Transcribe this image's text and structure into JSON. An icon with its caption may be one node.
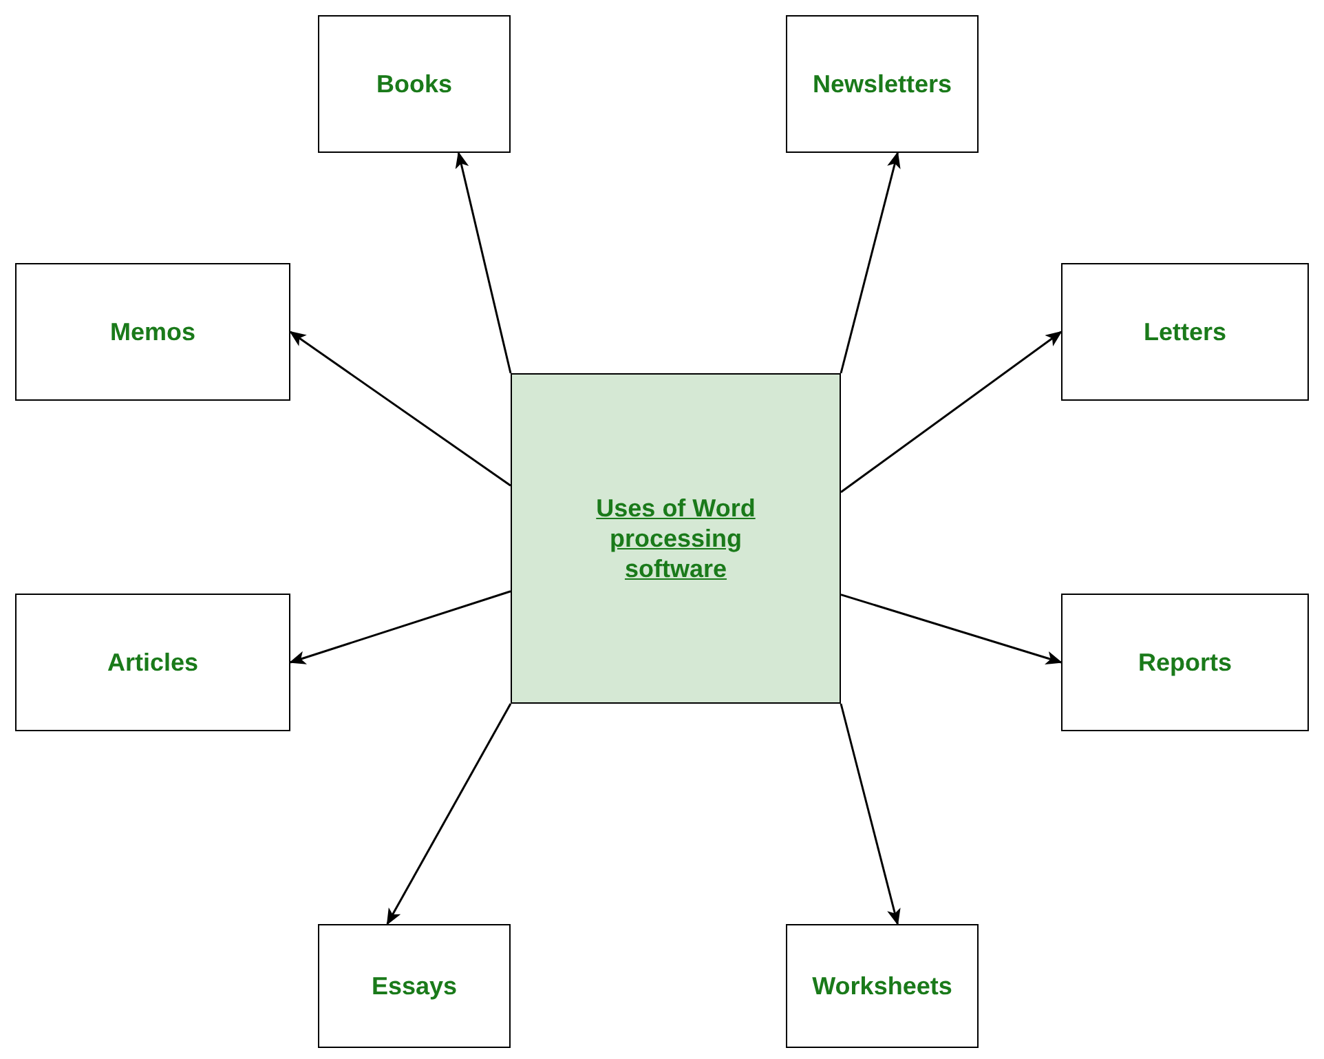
{
  "diagram": {
    "nodes": [
      {
        "text": [
          "Uses of Word processing software"
        ]
      },
      {
        "text": [
          "Books"
        ]
      },
      {
        "text": [
          "Newsletters"
        ]
      },
      {
        "text": [
          "Memos"
        ]
      },
      {
        "text": [
          "Letters"
        ]
      },
      {
        "text": [
          "Articles"
        ]
      },
      {
        "text": [
          "Reports"
        ]
      },
      {
        "text": [
          "Essays"
        ]
      },
      {
        "text": [
          "Worksheets"
        ]
      }
    ],
    "edges": [
      {
        "from": 0,
        "to": 1,
        "arrow": "to"
      },
      {
        "from": 0,
        "to": 2,
        "arrow": "to"
      },
      {
        "from": 0,
        "to": 3,
        "arrow": "to"
      },
      {
        "from": 0,
        "to": 4,
        "arrow": "to"
      },
      {
        "from": 0,
        "to": 5,
        "arrow": "to"
      },
      {
        "from": 0,
        "to": 6,
        "arrow": "to"
      },
      {
        "from": 0,
        "to": 7,
        "arrow": "to"
      },
      {
        "from": 0,
        "to": 8,
        "arrow": "to"
      }
    ]
  }
}
